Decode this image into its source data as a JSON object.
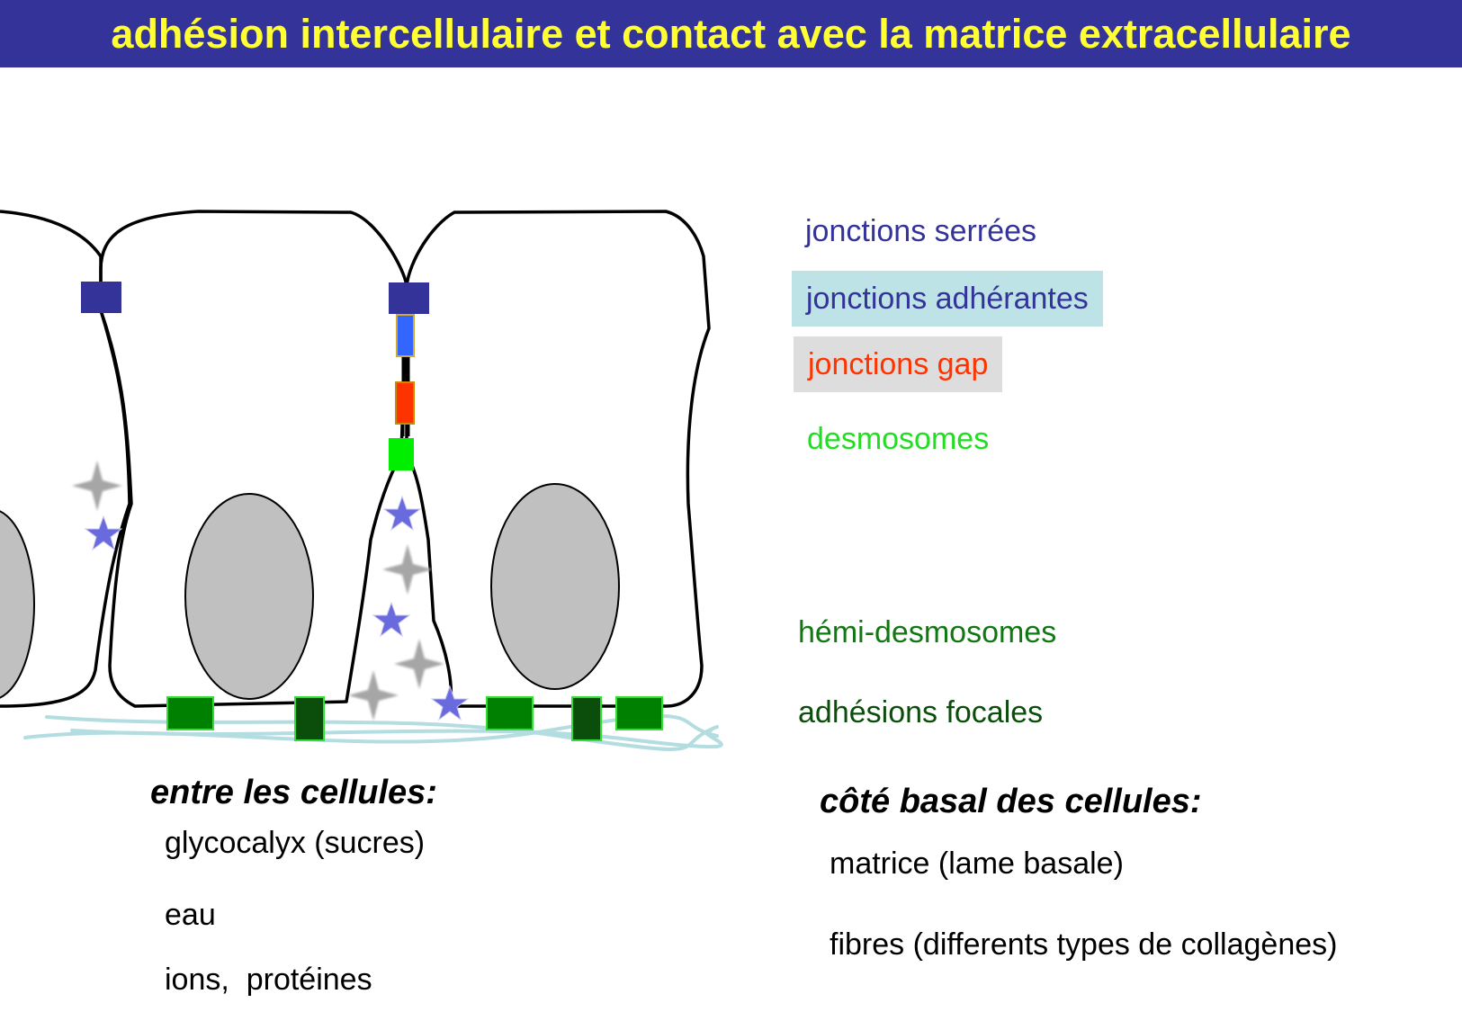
{
  "title": "adhésion intercellulaire et contact avec la matrice extracellulaire",
  "legend": [
    {
      "label": "jonctions serrées",
      "color": "#333399",
      "bg": null
    },
    {
      "label": "jonctions adhérantes",
      "color": "#333399",
      "bg": "#bde3e6"
    },
    {
      "label": "jonctions gap",
      "color": "#ff3300",
      "bg": "#dddddd"
    },
    {
      "label": "desmosomes",
      "color": "#22dd22",
      "bg": null
    },
    {
      "label": "hémi-desmosomes",
      "color": "#117711",
      "bg": null
    },
    {
      "label": "adhésions focales",
      "color": "#0b4d0b",
      "bg": null
    }
  ],
  "between_cells": {
    "heading": "entre les cellules:",
    "items": [
      "glycocalyx (sucres)",
      "eau",
      "ions,  protéines"
    ]
  },
  "basal_side": {
    "heading": "côté basal des cellules:",
    "items": [
      "matrice (lame basale)",
      "fibres (differents types de collagènes)"
    ]
  },
  "colors": {
    "title_bar": "#333399",
    "title_text": "#ffff33",
    "tight_junction": "#333399",
    "adherens_junction": "#3366ff",
    "gap_junction": "#ff3300",
    "desmosome": "#00ee00",
    "hemidesmosome": "#008000",
    "focal_adhesion": "#0b4d0b",
    "nucleus": "#c0c0c0",
    "basal_fiber": "#b3dde0",
    "star_blue": "#6a6adf",
    "star_gray": "#a6a6a6"
  }
}
